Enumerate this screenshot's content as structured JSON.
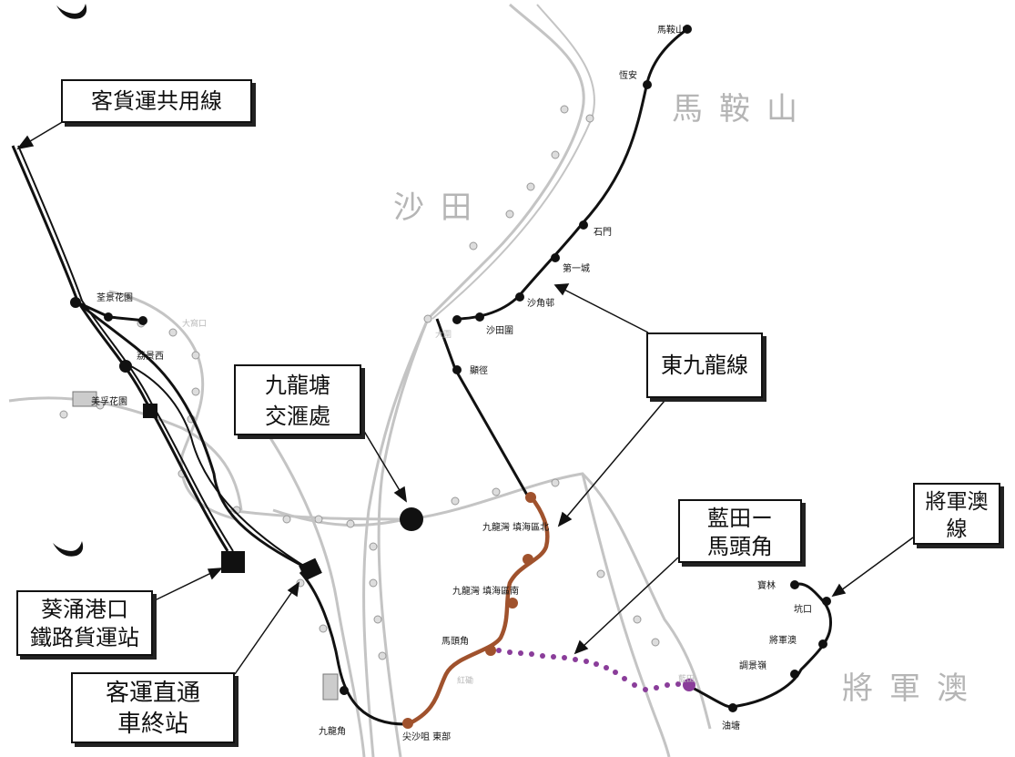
{
  "callouts": {
    "shared_line": "客貨運共用線",
    "kowloon_tong_1": "九龍塘",
    "kowloon_tong_2": "交滙處",
    "east_kowloon": "東九龍線",
    "tuen_ma_1": "藍田ー",
    "tuen_ma_2": "馬頭角",
    "tko_1": "將軍澳",
    "tko_2": "線",
    "kwai_chung_1": "葵涌港口",
    "kwai_chung_2": "鐵路貨運站",
    "terminus_1": "客運直通",
    "terminus_2": "車終站"
  },
  "regions": {
    "ma_on_shan": "馬鞍山",
    "sha_tin": "沙田",
    "tko": "將軍澳"
  },
  "stations": {
    "ma_on_shan": "馬鞍山",
    "heng_on": "恆安",
    "shek_mun": "石門",
    "city_one": "第一城",
    "sha_kok": "沙角邨",
    "sha_tin_wai": "沙田圍",
    "tai_wai": "大圍",
    "hin_keng": "顯徑",
    "tsuen_king": "荃景花園",
    "lai_king": "荔景西",
    "mei_foo": "美孚花園",
    "kowloon_bay_north": "九龍灣 填海區北",
    "kowloon_bay_south": "九龍灣 填海區南",
    "ma_tau_kok": "馬頭角",
    "hung_hom_area": "紅磡",
    "kowloon_point": "九龍角",
    "tst_east": "尖沙咀 東部",
    "po_lam": "寶林",
    "hang_hau": "坑口",
    "tko_town": "將軍澳",
    "tiu_keng_leng": "調景嶺",
    "yau_tong": "油塘",
    "lam_tin": "藍田",
    "tai_wai_grey": "大圍",
    "kwai_fong": "大窩口"
  },
  "colors": {
    "heavy_line": "#111111",
    "kwun_tong_extension": "#a0522d",
    "tuen_ma_link": "#8a3d9a",
    "grey_line": "#c4c4c4",
    "region_text": "#b5b5b5"
  }
}
